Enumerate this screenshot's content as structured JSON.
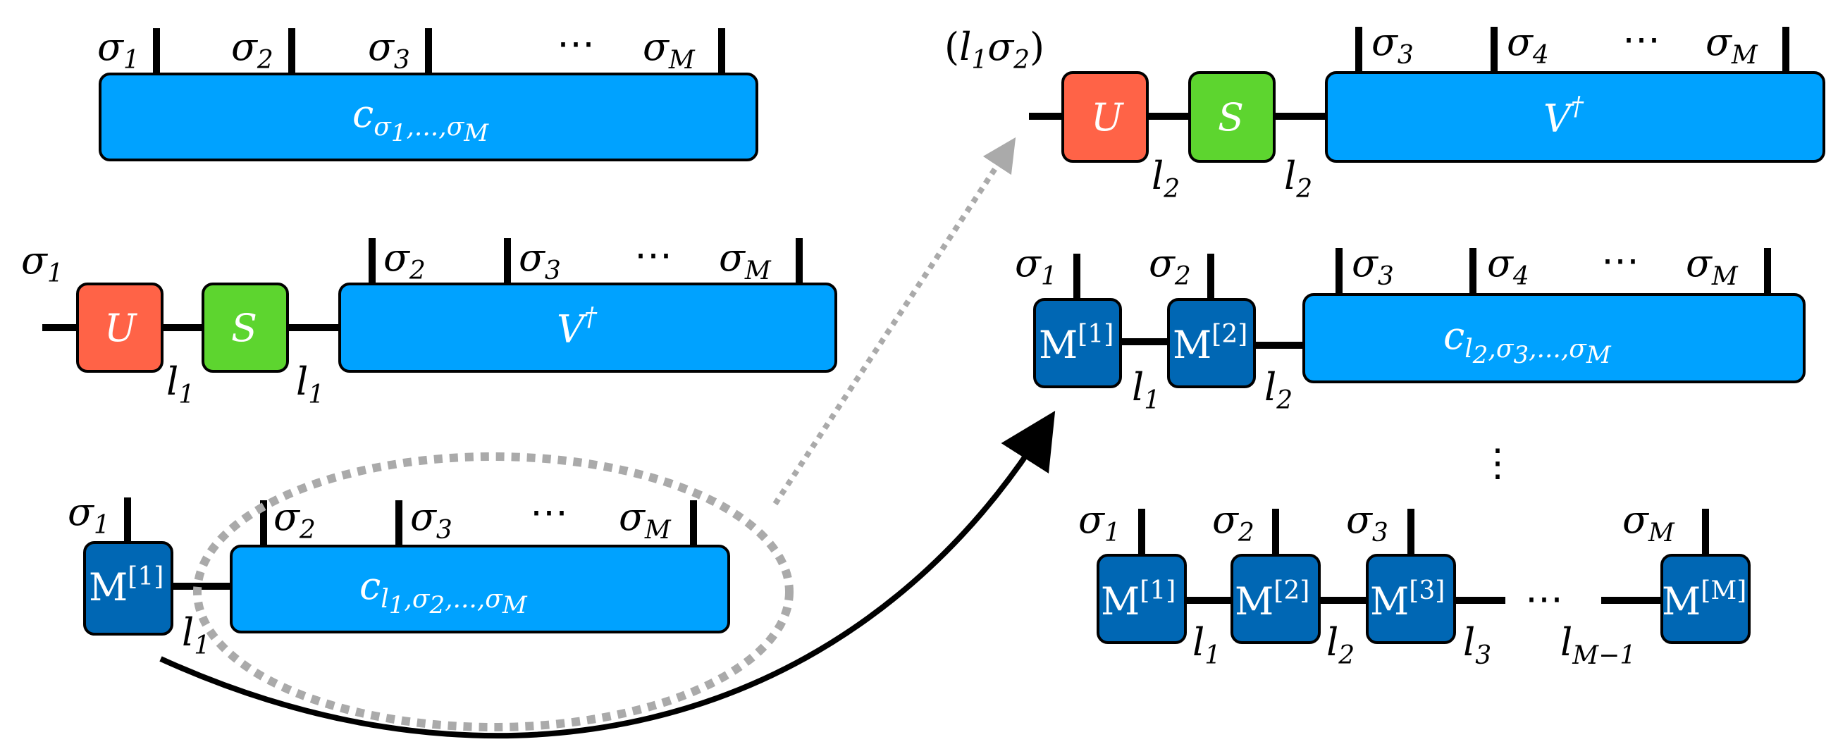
{
  "colors": {
    "tensor_blue": "#00a2ff",
    "site_tensor_blue": "#0067b4",
    "unitary_red": "#ff6347",
    "singular_green": "#5dd52f",
    "dotted_arrow_gray": "#aaaaaa"
  },
  "row1": {
    "leg_labels": [
      {
        "base": "σ",
        "sub": "1"
      },
      {
        "base": "σ",
        "sub": "2"
      },
      {
        "base": "σ",
        "sub": "3"
      },
      {
        "base": "σ",
        "sub": "M"
      }
    ],
    "ellipsis": "⋯",
    "tensor": {
      "base": "c",
      "sub": "σ",
      "subsub1": "1",
      "mid": ",...,",
      "sub2": "σ",
      "subsub2": "M"
    }
  },
  "row2": {
    "open_label": {
      "base": "σ",
      "sub": "1"
    },
    "u_label": "U",
    "s_label": "S",
    "v_label": "V",
    "v_sup": "†",
    "bond_labels": [
      {
        "base": "l",
        "sub": "1"
      },
      {
        "base": "l",
        "sub": "1"
      }
    ],
    "leg_labels": [
      {
        "base": "σ",
        "sub": "2"
      },
      {
        "base": "σ",
        "sub": "3"
      },
      {
        "base": "σ",
        "sub": "M"
      }
    ],
    "ellipsis": "⋯"
  },
  "row3": {
    "m_label": "M",
    "m_sup": "[1]",
    "leg_labels": [
      {
        "base": "σ",
        "sub": "1"
      },
      {
        "base": "σ",
        "sub": "2"
      },
      {
        "base": "σ",
        "sub": "3"
      },
      {
        "base": "σ",
        "sub": "M"
      }
    ],
    "ellipsis": "⋯",
    "bond_label": {
      "base": "l",
      "sub": "1"
    },
    "tensor": {
      "base": "c",
      "sub": "l",
      "subsub1": "1",
      "mid": ",σ",
      "subsub2": "2",
      "tail": ",...,σ",
      "subsub3": "M"
    }
  },
  "right_top": {
    "group_label": "(l₁σ₂)",
    "group_paren_open": "(",
    "group_l": "l",
    "group_l_sub": "1",
    "group_s": "σ",
    "group_s_sub": "2",
    "group_paren_close": ")",
    "u_label": "U",
    "s_label": "S",
    "v_label": "V",
    "v_sup": "†",
    "bond_labels": [
      {
        "base": "l",
        "sub": "2"
      },
      {
        "base": "l",
        "sub": "2"
      }
    ],
    "leg_labels": [
      {
        "base": "σ",
        "sub": "3"
      },
      {
        "base": "σ",
        "sub": "4"
      },
      {
        "base": "σ",
        "sub": "M"
      }
    ],
    "ellipsis": "⋯"
  },
  "right_mid": {
    "m1_label": "M",
    "m1_sup": "[1]",
    "m2_label": "M",
    "m2_sup": "[2]",
    "leg_labels": [
      {
        "base": "σ",
        "sub": "1"
      },
      {
        "base": "σ",
        "sub": "2"
      },
      {
        "base": "σ",
        "sub": "3"
      },
      {
        "base": "σ",
        "sub": "4"
      },
      {
        "base": "σ",
        "sub": "M"
      }
    ],
    "ellipsis": "⋯",
    "bond_labels": [
      {
        "base": "l",
        "sub": "1"
      },
      {
        "base": "l",
        "sub": "2"
      }
    ],
    "tensor": {
      "base": "c",
      "sub": "l",
      "subsub1": "2",
      "mid": ",σ",
      "subsub2": "3",
      "tail": ",...,σ",
      "subsub3": "M"
    }
  },
  "vertical_ellipsis": "⋮",
  "right_bottom": {
    "m_labels": [
      {
        "base": "M",
        "sup": "[1]"
      },
      {
        "base": "M",
        "sup": "[2]"
      },
      {
        "base": "M",
        "sup": "[3]"
      },
      {
        "base": "M",
        "sup": "[M]"
      }
    ],
    "leg_labels": [
      {
        "base": "σ",
        "sub": "1"
      },
      {
        "base": "σ",
        "sub": "2"
      },
      {
        "base": "σ",
        "sub": "3"
      },
      {
        "base": "σ",
        "sub": "M"
      }
    ],
    "bond_labels": [
      {
        "base": "l",
        "sub": "1"
      },
      {
        "base": "l",
        "sub": "2"
      },
      {
        "base": "l",
        "sub": "3"
      },
      {
        "base": "l",
        "sub": "M−1"
      }
    ],
    "ellipsis": "⋯"
  }
}
